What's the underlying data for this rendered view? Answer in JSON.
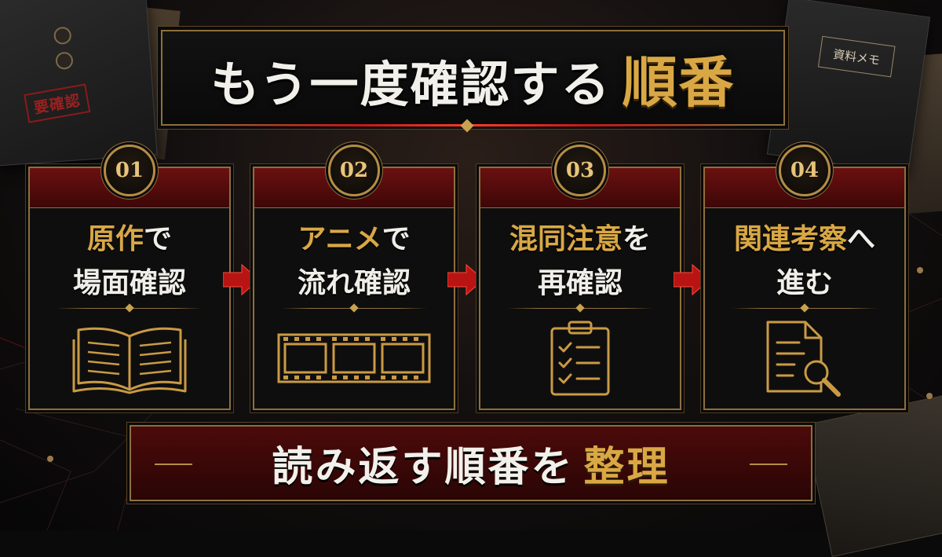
{
  "title": {
    "main": "もう一度確認する",
    "accent": "順番"
  },
  "props": {
    "stamp_text": "要確認",
    "notebook_label": "資料メモ"
  },
  "steps": [
    {
      "number": "01",
      "line1_gold": "原作",
      "line1_white": "で",
      "line2": "場面確認",
      "icon": "open-book-icon"
    },
    {
      "number": "02",
      "line1_gold": "アニメ",
      "line1_white": "で",
      "line2": "流れ確認",
      "icon": "film-strip-icon"
    },
    {
      "number": "03",
      "line1_gold": "混同注意",
      "line1_white": "を",
      "line2": "再確認",
      "icon": "clipboard-checklist-icon"
    },
    {
      "number": "04",
      "line1_gold": "関連考察",
      "line1_white": "へ",
      "line2": "進む",
      "icon": "document-search-icon"
    }
  ],
  "footer": {
    "main": "読み返す順番を",
    "accent": "整理"
  },
  "colors": {
    "gold": "#d9a845",
    "red": "#c81818",
    "white": "#f2f0ea",
    "dark": "#0b0a0a"
  }
}
